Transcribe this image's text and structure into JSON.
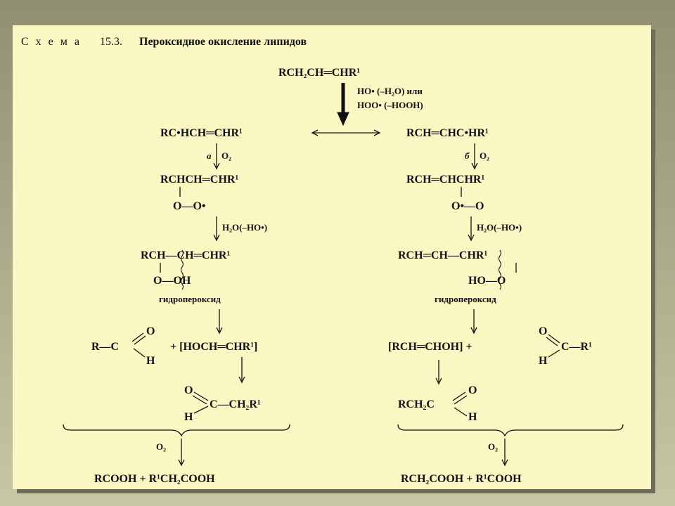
{
  "caption": {
    "prefix": "С х е м а",
    "number": "15.3.",
    "title": "Пероксидное окисление липидов"
  },
  "top": {
    "substrate": "RCH₂CH═CHR¹",
    "reagents_line1": "HO• (–H₂O) или",
    "reagents_line2": "HOO• (–HOOH)"
  },
  "left": {
    "radical": "RC•HCH═CHR¹",
    "step_label": "а",
    "step_reagent": "O₂",
    "peroxyl_top": "RCHCH═CHR¹",
    "peroxyl_bottom": "O—O•",
    "h_reagent": "H₂O(–HO•)",
    "hydroperoxide_top": "RCH—CH═CHR¹",
    "hydroperoxide_bottom": "O—OH",
    "hydroperoxide_label": "гидропероксид",
    "cleavage_left": "R—C",
    "cleavage_O": "O",
    "cleavage_H": "H",
    "cleavage_right": "+ [HOCH═CHR¹]",
    "aldehyde_O": "O",
    "aldehyde_H": "H",
    "aldehyde_main": "C—CH₂R¹",
    "o2": "O₂",
    "products": "RCOOH + R¹CH₂COOH"
  },
  "right": {
    "radical": "RCH═CHC•HR¹",
    "step_label": "б",
    "step_reagent": "O₂",
    "peroxyl_top": "RCH═CHCHR¹",
    "peroxyl_bottom": "O•—O",
    "h_reagent": "H₂O(–HO•)",
    "hydroperoxide_top": "RCH═CH—CHR¹",
    "hydroperoxide_bottom": "HO—O",
    "hydroperoxide_label": "гидропероксид",
    "cleavage_left": "[RCH═CHOH] +",
    "cleavage_O": "O",
    "cleavage_H": "H",
    "cleavage_right": "C—R¹",
    "aldehyde_main": "RCH₂C",
    "aldehyde_O": "O",
    "aldehyde_H": "H",
    "o2": "O₂",
    "products": "RCH₂COOH + R¹COOH"
  }
}
